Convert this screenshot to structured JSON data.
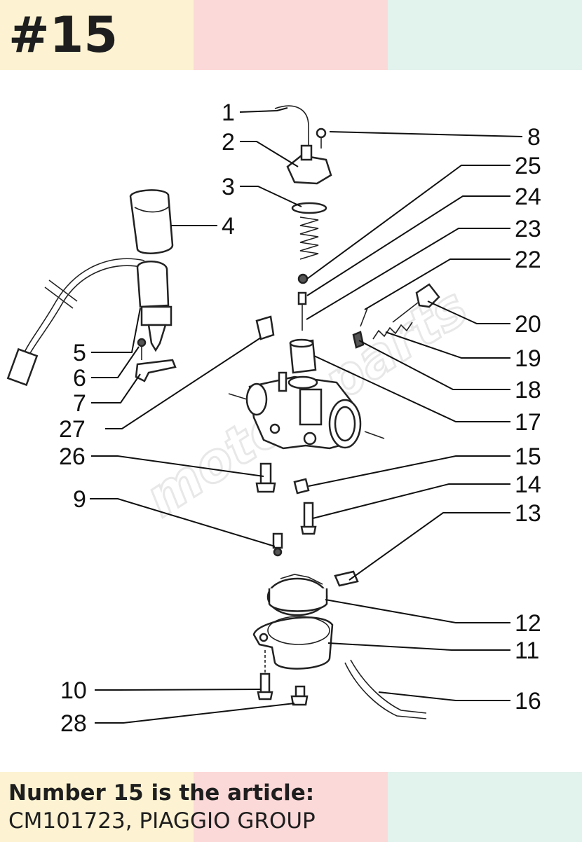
{
  "header": {
    "badge": "#15"
  },
  "caption": {
    "line1": "Number 15 is the article:",
    "line2": "CM101723, PIAGGIO GROUP"
  },
  "watermark": {
    "text": "motorsparts"
  },
  "colors": {
    "band_yellow": "#fdf3d2",
    "band_pink": "#fbd9d8",
    "band_green": "#e2f2ec",
    "text": "#1e1e1e"
  },
  "callouts": {
    "c1": "1",
    "c2": "2",
    "c3": "3",
    "c4": "4",
    "c5": "5",
    "c6": "6",
    "c7": "7",
    "c8": "8",
    "c9": "9",
    "c10": "10",
    "c11": "11",
    "c12": "12",
    "c13": "13",
    "c14": "14",
    "c15": "15",
    "c16": "16",
    "c17": "17",
    "c18": "18",
    "c19": "19",
    "c20": "20",
    "c22": "22",
    "c23": "23",
    "c24": "24",
    "c25": "25",
    "c26": "26",
    "c27": "27",
    "c28": "28"
  }
}
